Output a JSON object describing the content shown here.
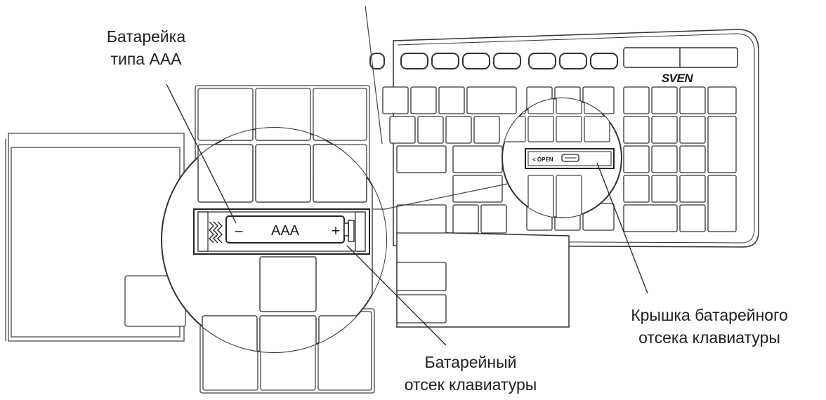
{
  "labels": {
    "battery_type": [
      "Батарейка",
      "типа AAA"
    ],
    "cover": [
      "Крышка батарейного",
      "отсека клавиатуры"
    ],
    "compartment": [
      "Батарейный",
      "отсек клавиатуры"
    ]
  },
  "keyboard": {
    "brand": "SVEN",
    "lock_text": "< OPEN"
  },
  "battery": {
    "text": "AAA",
    "minus": "–",
    "plus": "+"
  },
  "colors": {
    "line": "#333333",
    "background": "#ffffff"
  }
}
